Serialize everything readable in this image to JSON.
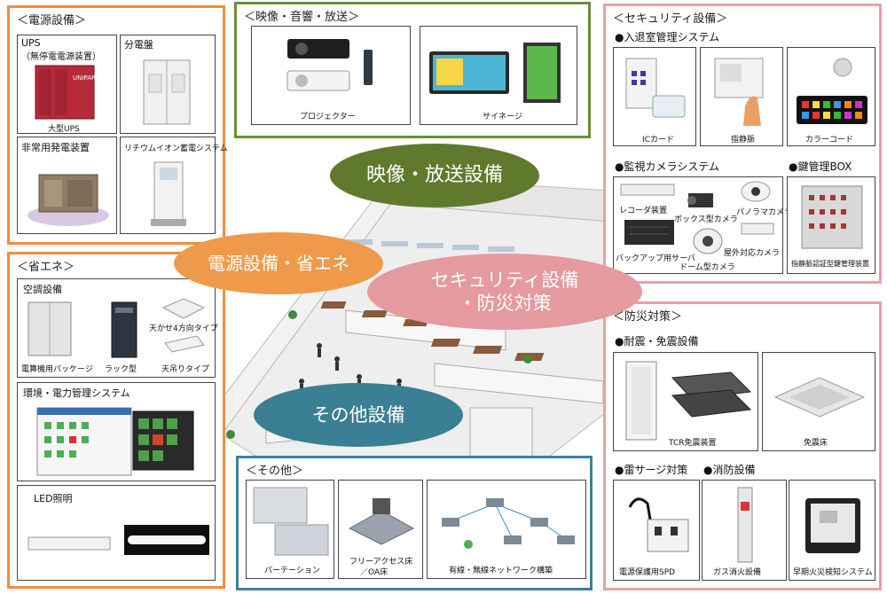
{
  "center": {
    "bubbles": {
      "av": "映像・放送設備",
      "power": "電源設備・省エネ",
      "security_line1": "セキュリティ設備",
      "security_line2": "・防災対策",
      "other": "その他設備"
    }
  },
  "power_panel": {
    "title": "＜電源設備＞",
    "ups_label": "UPS",
    "ups_sublabel": "（無停電電源装置）",
    "ups_caption": "大型UPS",
    "ups_device_text": "UNIPARA",
    "distribution_label": "分電盤",
    "generator_label": "非常用発電装置",
    "battery_label": "リチウムイオン蓄電システム"
  },
  "eco_panel": {
    "title": "＜省エネ＞",
    "ac_title": "空調設備",
    "ac_items": [
      "電算機用パッケージ",
      "ラック型",
      "天かせ4方向タイプ",
      "天吊りタイプ"
    ],
    "env_title": "環境・電力管理システム",
    "led_title": "LED照明"
  },
  "av_panel": {
    "title": "＜映像・音響・放送＞",
    "projector_label": "プロジェクター",
    "signage_label": "サイネージ"
  },
  "security_panel": {
    "title": "＜セキュリティ設備＞",
    "access_title": "●入退室管理システム",
    "access_items": [
      "ICカード",
      "指静脈",
      "カラーコード"
    ],
    "camera_title": "●監視カメラシステム",
    "camera_items": [
      "レコーダ装置",
      "ボックス型カメラ",
      "パノラマカメラ",
      "バックアップ用サーバ",
      "屋外対応カメラ",
      "ドーム型カメラ"
    ],
    "key_title": "●鍵管理BOX",
    "key_caption": "指静脈認証型鍵管理装置"
  },
  "disaster_panel": {
    "title": "＜防災対策＞",
    "quake_title": "●耐震・免震設備",
    "quake_items": [
      "TCR免震装置",
      "免震床"
    ],
    "surge_title": "●雷サージ対策",
    "fire_title": "●消防設備",
    "bottom_items": [
      "電源保護用SPD",
      "ガス消火設備",
      "早期火災検知システム"
    ]
  },
  "other_panel": {
    "title": "＜その他＞",
    "items": [
      "パーテーション",
      "フリーアクセス床",
      "／OA床",
      "有線・無線ネットワーク構築"
    ]
  },
  "colors": {
    "orange": "#f08c3c",
    "green": "#6e8c3a",
    "pink": "#e8a0a8",
    "blue": "#3d7fa0",
    "bubble_green": "#5f7a2c",
    "bubble_orange": "#ef9a4a",
    "bubble_pink": "#e49a9e",
    "bubble_blue": "#3a7f94"
  }
}
